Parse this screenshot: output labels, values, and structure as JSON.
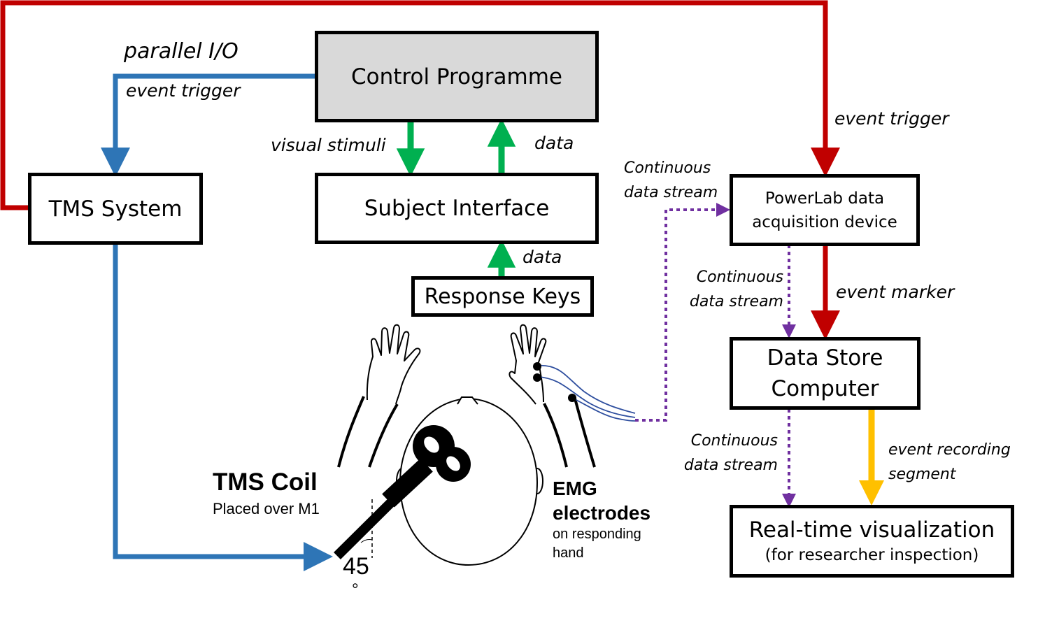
{
  "boxes": {
    "control_programme": "Control Programme",
    "tms_system": "TMS System",
    "subject_interface": "Subject Interface",
    "response_keys": "Response Keys",
    "powerlab_line1": "PowerLab data",
    "powerlab_line2": "acquisition device",
    "data_store_line1": "Data Store",
    "data_store_line2": "Computer",
    "realtime_title": "Real-time visualization",
    "realtime_sub": "(for researcher inspection)"
  },
  "labels": {
    "parallel_io": "parallel I/O",
    "event_trigger_left": "event trigger",
    "event_trigger_right": "event trigger",
    "visual_stimuli": "visual stimuli",
    "data_top": "data",
    "data_keys": "data",
    "continuous_1a": "Continuous",
    "continuous_1b": "data stream",
    "continuous_2a": "Continuous",
    "continuous_2b": "data stream",
    "continuous_3a": "Continuous",
    "continuous_3b": "data stream",
    "event_marker": "event marker",
    "event_recording_a": "event recording",
    "event_recording_b": "segment",
    "tms_coil": "TMS Coil",
    "tms_coil_sub": "Placed over M1",
    "emg_a": "EMG",
    "emg_b": "electrodes",
    "emg_sub_a": "on responding",
    "emg_sub_b": "hand",
    "angle_value": "45",
    "angle_unit": "°"
  },
  "colors": {
    "red": "#c00000",
    "blue": "#2e75b6",
    "green": "#00b050",
    "purple": "#7030a0",
    "yellow": "#ffc000",
    "control_fill": "#d9d9d9",
    "emg_wire": "#2f4f9f"
  },
  "icons": [
    "left-hand-icon",
    "right-hand-icon",
    "head-icon",
    "tms-coil-icon",
    "emg-electrode-icon"
  ]
}
